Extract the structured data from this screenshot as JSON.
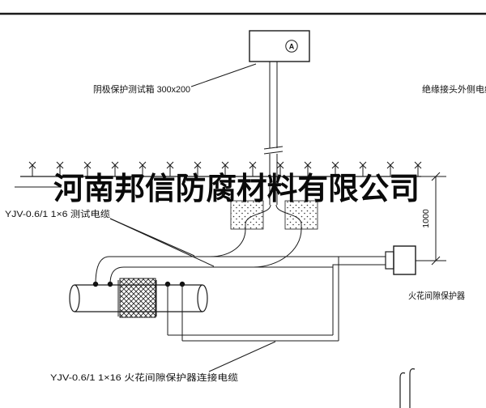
{
  "drawing": {
    "watermark": "河南邦信防腐材料有限公司",
    "labels": {
      "test_box": "阴极保护测试箱 300x200",
      "insulated_joint_cable": "绝缘接头外侧电缆",
      "test_cable": "YJV-0.6/1 1×6  测试电缆",
      "spark_gap_cable": "YJV-0.6/1 1×16  火花间隙保护器连接电缆",
      "spark_gap_protector": "火花间隙保护器",
      "meter": "A",
      "dimension_1000": "1000"
    },
    "colors": {
      "line": "#1a1a1a",
      "background": "#ffffff"
    }
  }
}
